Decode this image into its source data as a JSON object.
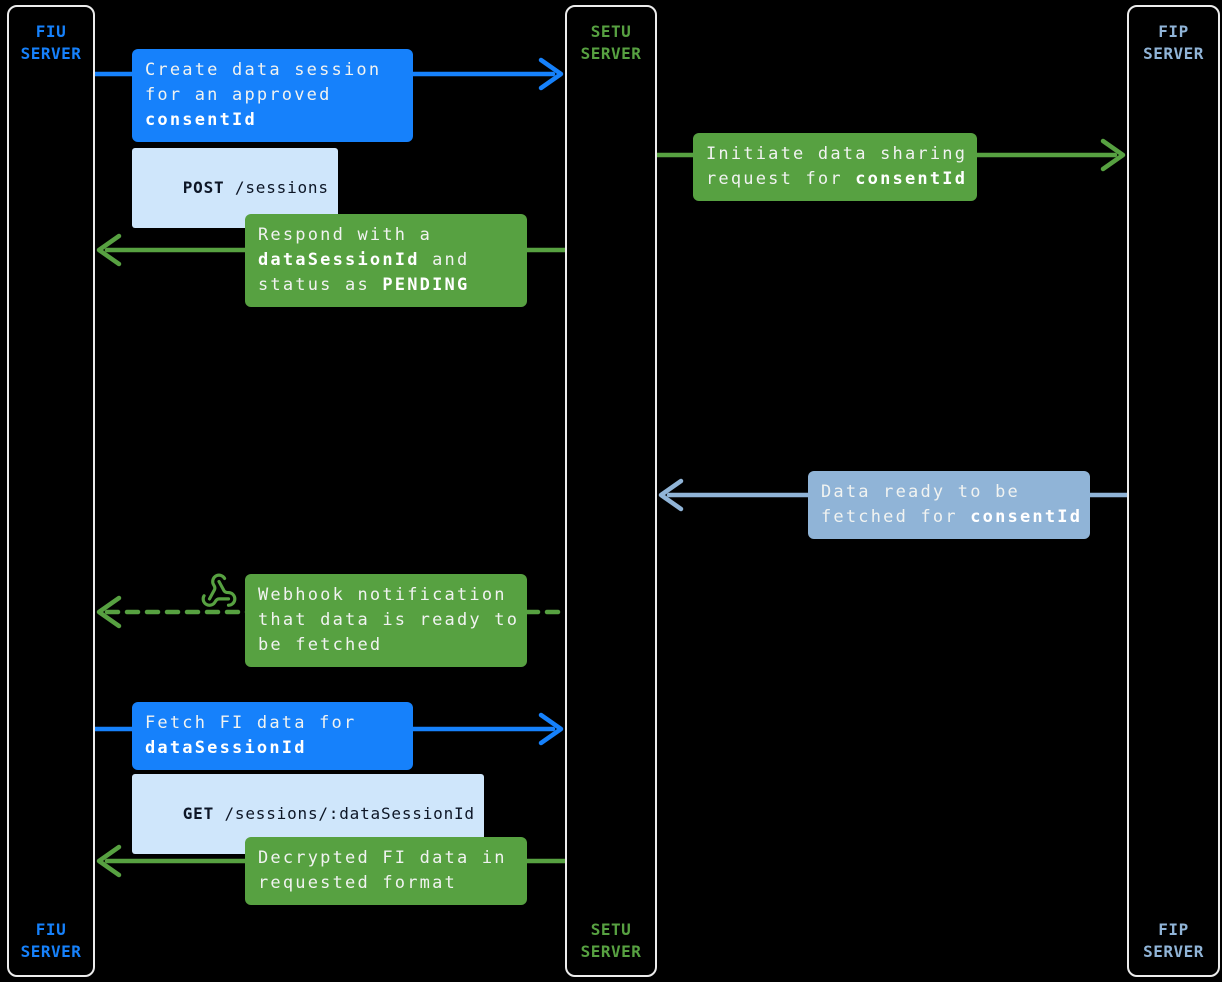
{
  "colors": {
    "background": "#000000",
    "blue": "#1681fb",
    "green": "#57a141",
    "steel_blue": "#90b4d7",
    "api_chip_bg": "#cfe6fb",
    "api_chip_text": "#0d1626",
    "lifeline_border": "#ececec",
    "message_text": "#ffffff"
  },
  "icons": {
    "webhook": "webhook-icon"
  },
  "actors": {
    "fiu": {
      "label": "FIU\nSERVER",
      "color": "#1681fb"
    },
    "setu": {
      "label": "SETU\nSERVER",
      "color": "#57a141"
    },
    "fip": {
      "label": "FIP\nSERVER",
      "color": "#90b4d7"
    }
  },
  "messages": {
    "create_session": {
      "from": "FIU SERVER",
      "to": "SETU SERVER",
      "style": "solid",
      "color": "#1681fb",
      "lines": [
        {
          "pre": "Create data session"
        },
        {
          "pre": "for an approved"
        },
        {
          "code": "consentId"
        }
      ],
      "api": {
        "method": "POST",
        "path": " /sessions"
      }
    },
    "initiate_request": {
      "from": "SETU SERVER",
      "to": "FIP SERVER",
      "style": "solid",
      "color": "#57a141",
      "lines": [
        {
          "pre": "Initiate data sharing"
        },
        {
          "pre": "request for ",
          "code": "consentId"
        }
      ]
    },
    "respond_pending": {
      "from": "SETU SERVER",
      "to": "FIU SERVER",
      "style": "solid",
      "color": "#57a141",
      "lines": [
        {
          "pre": "Respond with a"
        },
        {
          "code": "dataSessionId",
          "post": " and"
        },
        {
          "pre": "status as ",
          "code": "PENDING"
        }
      ]
    },
    "data_ready": {
      "from": "FIP SERVER",
      "to": "SETU SERVER",
      "style": "solid",
      "color": "#90b4d7",
      "lines": [
        {
          "pre": "Data ready to be"
        },
        {
          "pre": "fetched for ",
          "code": "consentId"
        }
      ]
    },
    "webhook_notification": {
      "from": "SETU SERVER",
      "to": "FIU SERVER",
      "style": "dashed",
      "color": "#57a141",
      "lines": [
        {
          "pre": "Webhook notification"
        },
        {
          "pre": "that data is ready to"
        },
        {
          "pre": "be fetched"
        }
      ]
    },
    "fetch_data": {
      "from": "FIU SERVER",
      "to": "SETU SERVER",
      "style": "solid",
      "color": "#1681fb",
      "lines": [
        {
          "pre": "Fetch FI data for"
        },
        {
          "code": "dataSessionId"
        }
      ],
      "api": {
        "method": "GET",
        "path": " /sessions/:dataSessionId"
      }
    },
    "decrypted_data": {
      "from": "SETU SERVER",
      "to": "FIU SERVER",
      "style": "solid",
      "color": "#57a141",
      "lines": [
        {
          "pre": "Decrypted FI data in"
        },
        {
          "pre": "requested format"
        }
      ]
    }
  }
}
